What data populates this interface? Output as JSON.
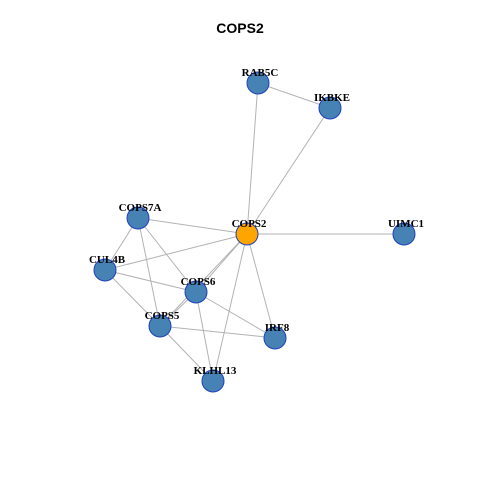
{
  "title": "COPS2",
  "colors": {
    "node_fill": "#4682b4",
    "hub_fill": "#ffa500",
    "node_stroke": "#1f3fbf",
    "edge": "#b3b3b3"
  },
  "nodes": [
    {
      "id": "COPS2",
      "label": "COPS2",
      "hub": true
    },
    {
      "id": "RAB5C",
      "label": "RAB5C"
    },
    {
      "id": "IKBKE",
      "label": "IKBKE"
    },
    {
      "id": "COPS7A",
      "label": "COPS7A"
    },
    {
      "id": "UIMC1",
      "label": "UIMC1"
    },
    {
      "id": "CUL4B",
      "label": "CUL4B"
    },
    {
      "id": "COPS6",
      "label": "COPS6"
    },
    {
      "id": "COPS5",
      "label": "COPS5"
    },
    {
      "id": "IRF8",
      "label": "IRF8"
    },
    {
      "id": "KLHL13",
      "label": "KLHL13"
    }
  ],
  "edges": [
    [
      "RAB5C",
      "IKBKE"
    ],
    [
      "RAB5C",
      "COPS2"
    ],
    [
      "IKBKE",
      "COPS2"
    ],
    [
      "COPS2",
      "UIMC1"
    ],
    [
      "COPS2",
      "COPS7A"
    ],
    [
      "COPS2",
      "CUL4B"
    ],
    [
      "COPS2",
      "COPS6"
    ],
    [
      "COPS2",
      "COPS5"
    ],
    [
      "COPS2",
      "IRF8"
    ],
    [
      "COPS2",
      "KLHL13"
    ],
    [
      "COPS7A",
      "CUL4B"
    ],
    [
      "COPS7A",
      "COPS6"
    ],
    [
      "COPS7A",
      "COPS5"
    ],
    [
      "CUL4B",
      "COPS6"
    ],
    [
      "CUL4B",
      "COPS5"
    ],
    [
      "COPS6",
      "COPS5"
    ],
    [
      "COPS6",
      "KLHL13"
    ],
    [
      "COPS6",
      "IRF8"
    ],
    [
      "COPS5",
      "IRF8"
    ],
    [
      "COPS5",
      "KLHL13"
    ]
  ]
}
